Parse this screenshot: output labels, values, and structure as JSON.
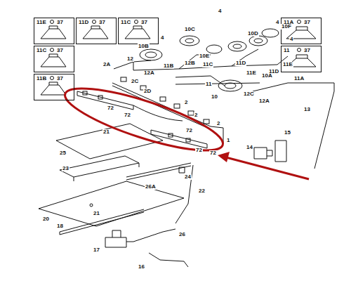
{
  "diagram": {
    "nodes": [
      {
        "text": [
          "11E",
          "37"
        ]
      },
      {
        "text": [
          "11D",
          "37"
        ]
      },
      {
        "text": [
          "11C",
          "37"
        ]
      },
      {
        "text": [
          "11C",
          "37"
        ]
      },
      {
        "text": [
          "11B",
          "37"
        ]
      },
      {
        "text": [
          "11A",
          "37"
        ]
      },
      {
        "text": [
          "11",
          "37"
        ]
      }
    ],
    "labels": [
      "4",
      "4",
      "4",
      "4",
      "10C",
      "10E",
      "10D",
      "10F",
      "10B",
      "12",
      "12B",
      "11B",
      "11C",
      "11D",
      "11E",
      "11D",
      "11E",
      "10A",
      "11A",
      "2A",
      "12A",
      "2C",
      "2D",
      "11",
      "10",
      "12C",
      "2",
      "12A",
      "2",
      "13",
      "72",
      "72",
      "72",
      "72",
      "2",
      "1",
      "72",
      "15",
      "14",
      "21",
      "25",
      "23",
      "26A",
      "24",
      "22",
      "21",
      "20",
      "18",
      "17",
      "26",
      "16"
    ]
  }
}
